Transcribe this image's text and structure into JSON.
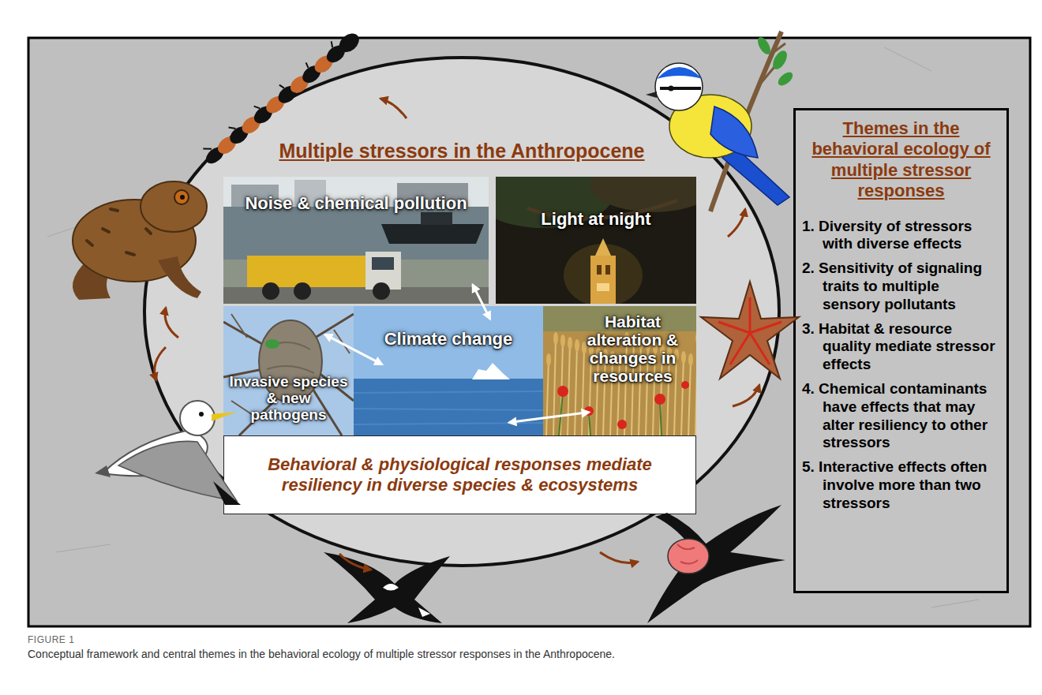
{
  "diagram": {
    "caption": "Conceptual framework and central themes in the behavioral ecology of multiple stressor responses in the Anthropocene.",
    "nodes": [
      {
        "text": [
          "Multiple stressors in the Anthropocene"
        ]
      },
      {
        "text": [
          "Noise & chemical pollution"
        ],
        "in": 0
      },
      {
        "text": [
          "Light at night"
        ],
        "in": 0
      },
      {
        "text": [
          "Invasive species & new pathogens"
        ],
        "in": 0
      },
      {
        "text": [
          "Climate change"
        ],
        "in": 0
      },
      {
        "text": [
          "Habitat alteration & changes in resources"
        ],
        "in": 0
      },
      {
        "text": [
          "Behavioral & physiological responses mediate resiliency in diverse species & ecosystems"
        ],
        "in": 0
      },
      {
        "text": [
          "Themes in the behavioral ecology of multiple stressor responses",
          "1. Diversity of stressors with diverse effects",
          "2. Sensitivity of signaling traits to multiple sensory pollutants",
          "3. Habitat & resource quality mediate stressor effects",
          "4. Chemical contaminants have effects that may alter resiliency to other stressors",
          "5. Interactive effects often involve more than two stressors"
        ]
      }
    ],
    "edges": [
      {
        "from": 1,
        "to": 4,
        "arrow": "both"
      },
      {
        "from": 3,
        "to": 4,
        "arrow": "both"
      },
      {
        "from": 4,
        "to": 5,
        "arrow": "both"
      }
    ],
    "labels": [
      "FIGURE 1"
    ]
  }
}
